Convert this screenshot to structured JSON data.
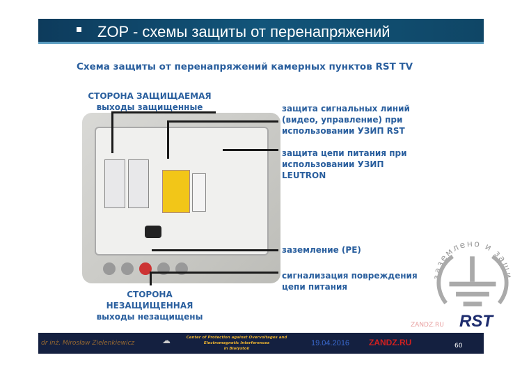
{
  "header": {
    "title": "ZOP - схемы защиты от перенапряжений"
  },
  "subtitle": "Схема защиты от перенапряжений камерных пунктов RST TV",
  "labels": {
    "protected_1": "СТОРОНА ЗАЩИЩАЕМАЯ",
    "protected_2": "выходы защищенные",
    "signal_1": "защита сигнальных линий",
    "signal_2": "(видео, управление) при",
    "signal_3": "использовании УЗИП RST",
    "power_1": "защита цепи питания при",
    "power_2": "использовании УЗИП",
    "power_3": "LEUTRON",
    "ground": "заземление (PE)",
    "alarm_1": "сигнализация повреждения",
    "alarm_2": "цепи питания",
    "unprot_1": "СТОРОНА",
    "unprot_2": "НЕЗАЩИЩЕННАЯ",
    "unprot_3": "выходы незащищены"
  },
  "watermark": {
    "ring_text": "заземлено и защищено",
    "brand": "ZANDZ.RU",
    "logo": "RST"
  },
  "footer": {
    "author": "dr inż. Mirosław Zielenkiewicz",
    "center_1": "Center of Protection against Overvoltages and",
    "center_2": "Electromagnetic Interferences",
    "center_3": "in Białystok",
    "date": "19.04.2016",
    "site": "ZANDZ.RU",
    "page": "60"
  }
}
